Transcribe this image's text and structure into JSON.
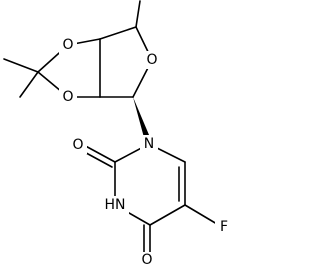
{
  "atoms": {
    "o_dioxolane_top": "O",
    "o_dioxolane_bottom": "O",
    "o_ring": "O",
    "n1": "N",
    "nh3": "HN",
    "o_c2": "O",
    "o_c4": "O",
    "f5": "F"
  }
}
